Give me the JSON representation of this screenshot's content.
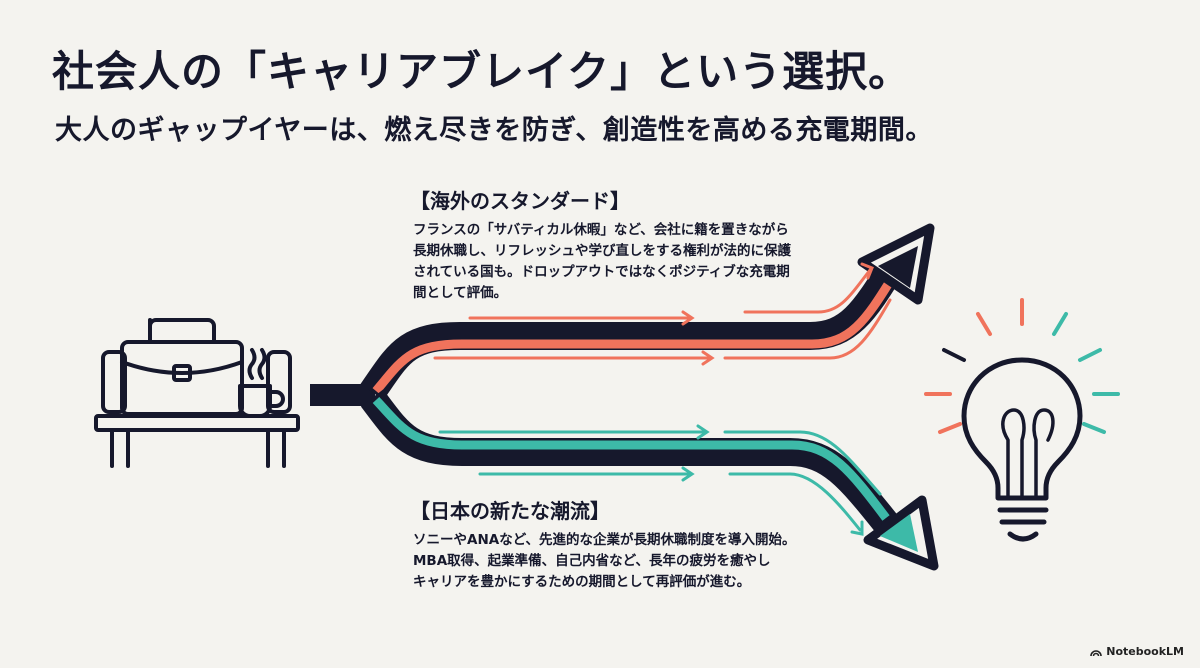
{
  "title": "社会人の「キャリアブレイク」という選択。",
  "subtitle": "大人のギャップイヤーは、燃え尽きを防ぎ、創造性を高める充電期間。",
  "overseas": {
    "heading": "【海外のスタンダード】",
    "lines": [
      "フランスの「サバティカル休暇」など、会社に籍を置きながら",
      "長期休職し、リフレッシュや学び直しをする権利が法的に保護",
      "されている国も。ドロップアウトではなくポジティブな充電期",
      "間として評価。"
    ]
  },
  "japan": {
    "heading": "【日本の新たな潮流】",
    "lines": [
      "ソニーやANAなど、先進的な企業が長期休職制度を導入開始。",
      "MBA取得、起業準備、自己内省など、長年の疲労を癒やし",
      "キャリアを豊かにするための期間として再評価が進む。"
    ]
  },
  "brand": "NotebookLM",
  "colors": {
    "navy": "#16182c",
    "coral": "#f0735c",
    "teal": "#3dbaa8",
    "background": "#f4f3ef"
  },
  "icons": {
    "desk": "desk-icon",
    "briefcase": "briefcase-icon",
    "coffee": "coffee-cup-icon",
    "bulb": "lightbulb-icon",
    "brand": "notebooklm-logo-icon"
  }
}
